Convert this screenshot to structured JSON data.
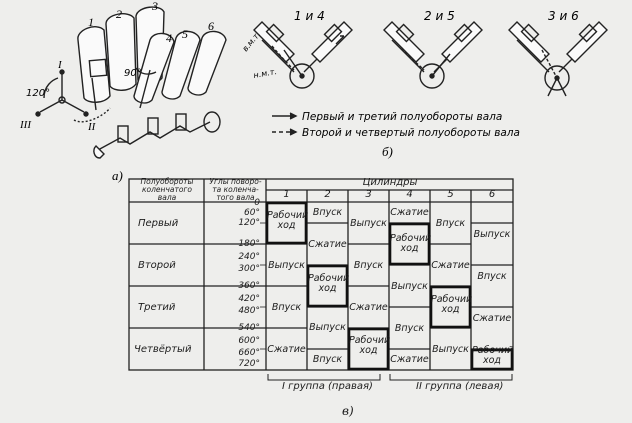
{
  "figure_a": {
    "caption": "а)",
    "cylinder_numbers": [
      "1",
      "2",
      "3",
      "4",
      "5",
      "6"
    ],
    "bank_labels": [
      "I",
      "II",
      "III"
    ],
    "angle_v": "90°",
    "angle_crank": "120°"
  },
  "figure_b": {
    "caption": "б)",
    "pairs": [
      "1 и 4",
      "2 и 5",
      "3 и 6"
    ],
    "tdc_label": "в.м.т.",
    "bdc_label": "н.м.т.",
    "legend_solid": "Первый и третий полуобороты вала",
    "legend_dashed": "Второй и четвертый полуобороты вала"
  },
  "table": {
    "caption": "в)",
    "header_col1": [
      "Полуобороты",
      "коленчатого",
      "вала"
    ],
    "header_col2": [
      "Углы поворо-",
      "та коленча-",
      "того вала"
    ],
    "header_group": "Цилиндры",
    "cylinders": [
      "1",
      "2",
      "3",
      "4",
      "5",
      "6"
    ],
    "periods": [
      "Первый",
      "Второй",
      "Третий",
      "Четвёртый"
    ],
    "angles": [
      "0",
      "60°",
      "120°",
      "180°",
      "240°",
      "300°",
      "360°",
      "420°",
      "480°",
      "540°",
      "600°",
      "660°",
      "720°"
    ],
    "phases": {
      "c1": [
        "Рабочий ход",
        "Выпуск",
        "Впуск",
        "Сжатие"
      ],
      "c2": [
        "Впуск",
        "Сжатие",
        "Рабочий ход",
        "Выпуск",
        "Впуск"
      ],
      "c3": [
        "Выпуск",
        "Впуск",
        "Сжатие",
        "Рабочий ход"
      ],
      "c4": [
        "Сжатие",
        "Рабочий ход",
        "Выпуск",
        "Впуск",
        "Сжатие"
      ],
      "c5": [
        "Впуск",
        "Сжатие",
        "Рабочий ход",
        "Выпуск"
      ],
      "c6": [
        "Выпуск",
        "Впуск",
        "Сжатие",
        "Рабочий ход"
      ]
    },
    "group_left": "I группа (правая)",
    "group_right": "II группа (левая)"
  }
}
